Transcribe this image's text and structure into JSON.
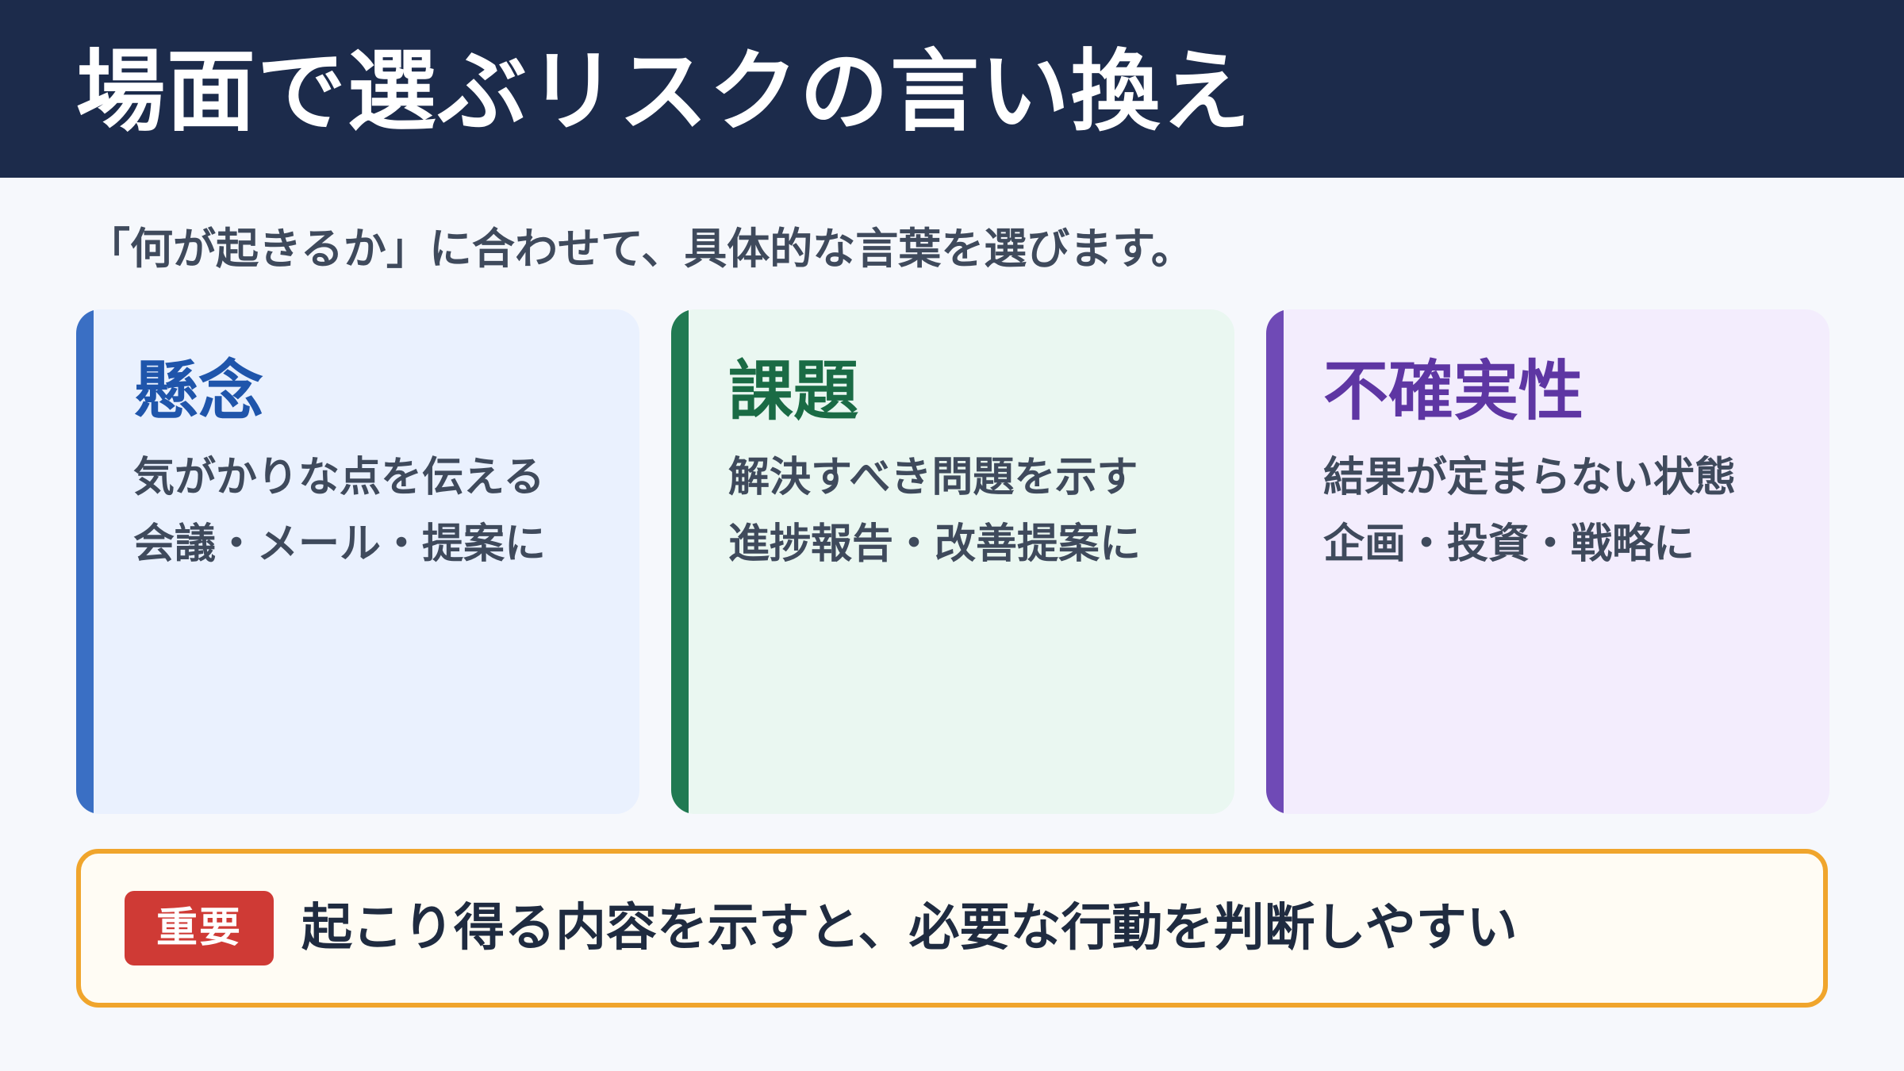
{
  "header": {
    "title": "場面で選ぶリスクの言い換え"
  },
  "subtitle": "「何が起きるか」に合わせて、具体的な言葉を選びます。",
  "cards": [
    {
      "title": "懸念",
      "line1": "気がかりな点を伝える",
      "line2": "会議・メール・提案に"
    },
    {
      "title": "課題",
      "line1": "解決すべき問題を示す",
      "line2": "進捗報告・改善提案に"
    },
    {
      "title": "不確実性",
      "line1": "結果が定まらない状態",
      "line2": "企画・投資・戦略に"
    }
  ],
  "callout": {
    "badge": "重要",
    "text": "起こり得る内容を示すと、必要な行動を判断しやすい"
  },
  "colors": {
    "header_bg": "#1c2b4b",
    "card1_accent": "#3a6fc4",
    "card2_accent": "#217a52",
    "card3_accent": "#6f4ab6",
    "callout_border": "#f0a52c",
    "badge_bg": "#cf3a35"
  }
}
